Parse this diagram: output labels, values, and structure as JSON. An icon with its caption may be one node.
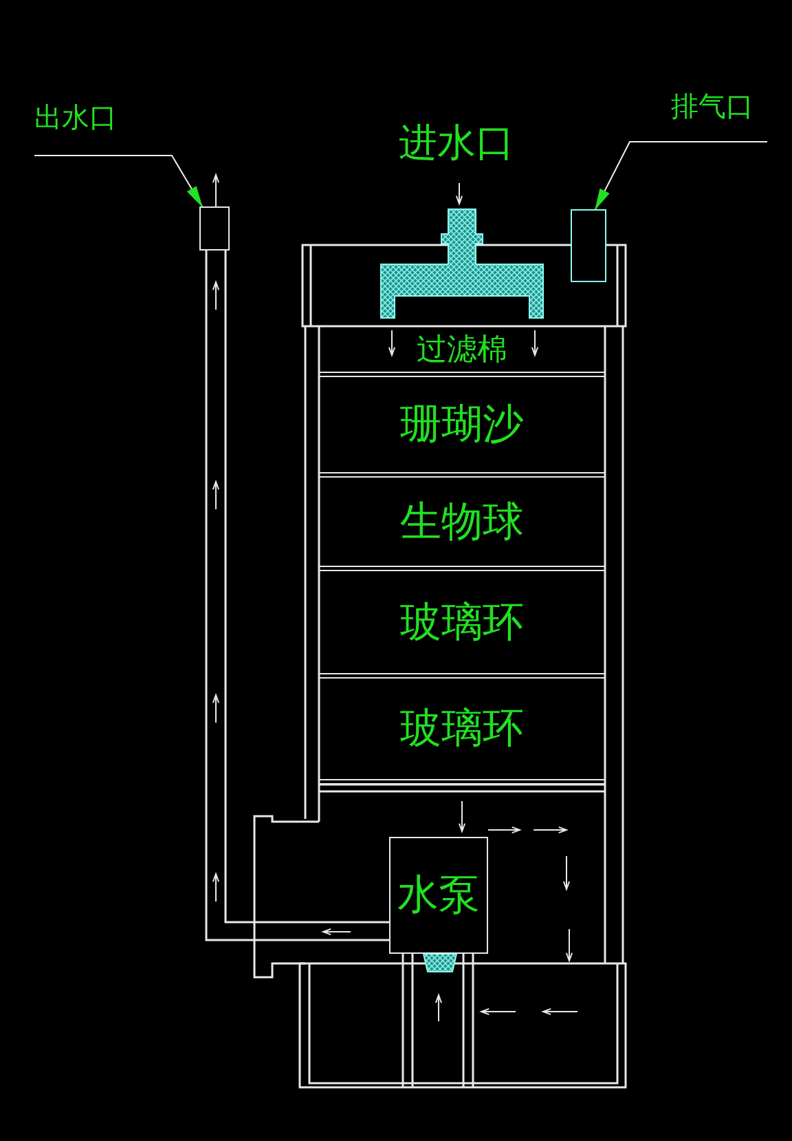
{
  "diagram": {
    "nodes": [
      {
        "text": [
          "出水口"
        ]
      },
      {
        "text": [],
        "shape": "box"
      },
      {
        "text": [
          "排气口"
        ]
      },
      {
        "text": [],
        "shape": "box"
      },
      {
        "text": [
          "过滤棉"
        ]
      },
      {
        "text": [
          "珊瑚沙"
        ]
      },
      {
        "text": [
          "生物球"
        ]
      },
      {
        "text": [
          "玻璃环"
        ]
      },
      {
        "text": [
          "玻璃环"
        ]
      },
      {
        "text": [
          "水泵"
        ]
      }
    ],
    "edges": [
      {
        "from": 0,
        "to": 1,
        "arrow": "to"
      },
      {
        "from": 2,
        "to": 3,
        "arrow": "to"
      }
    ],
    "labels": [
      "进水口"
    ]
  }
}
